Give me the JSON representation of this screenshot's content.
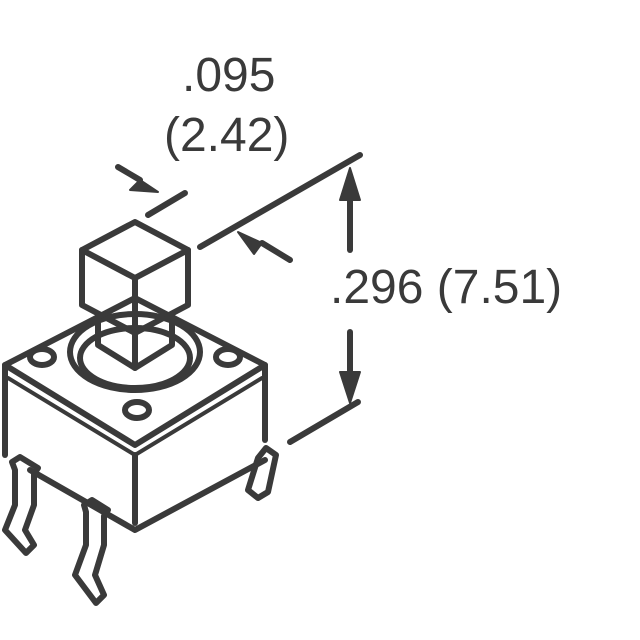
{
  "diagram": {
    "subject": "tactile switch isometric dimension drawing",
    "line_color": "#3a3a3a",
    "background": "#ffffff",
    "dimensions": {
      "width": {
        "inch": ".095",
        "mm": "(2.42)"
      },
      "height": {
        "inch": ".296",
        "mm": "(7.51)",
        "label": ".296 (7.51)"
      }
    }
  }
}
